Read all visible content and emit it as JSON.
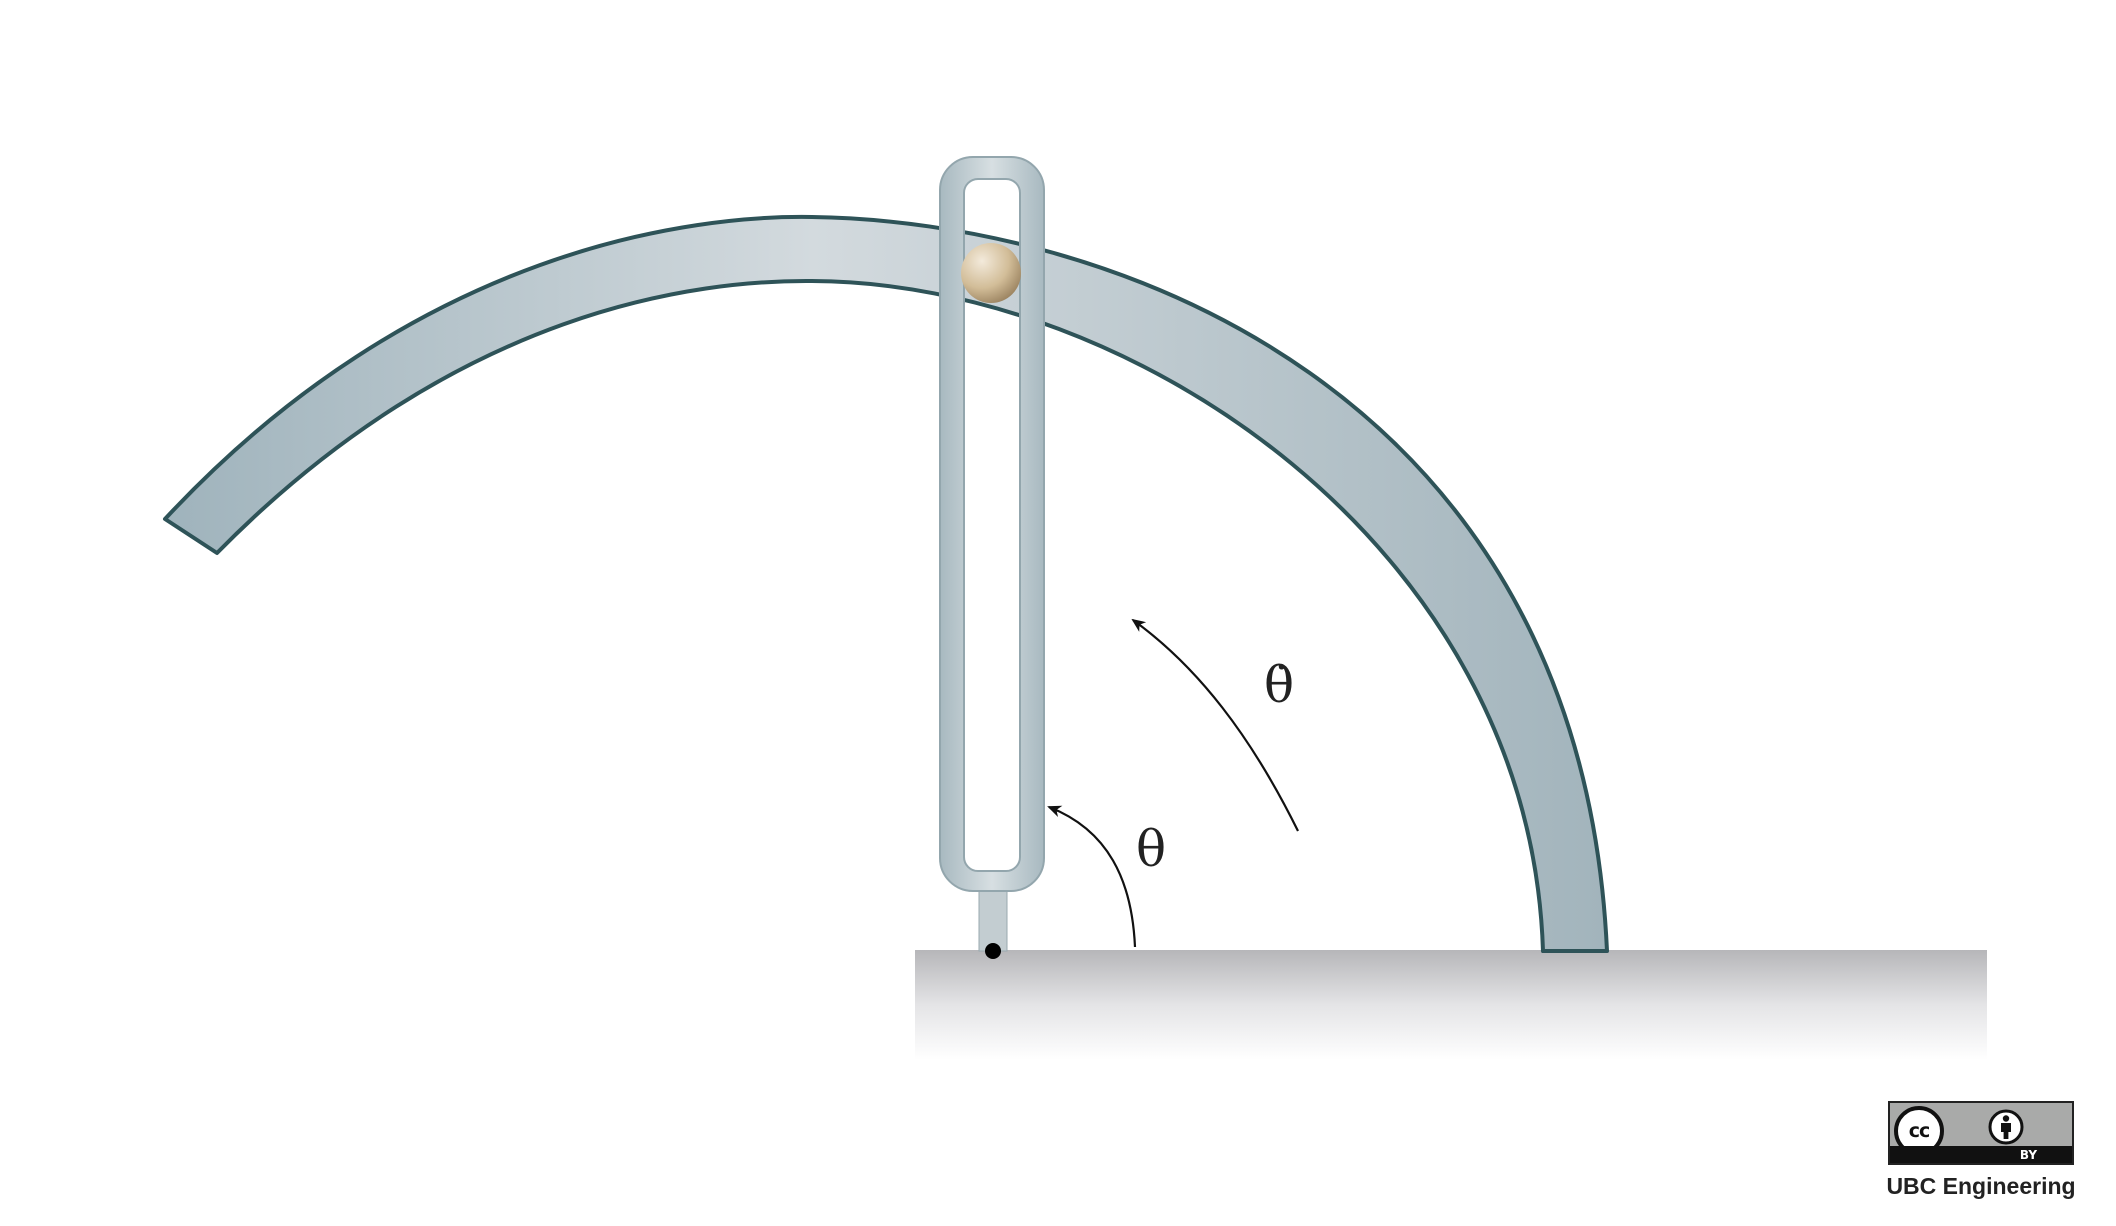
{
  "labels": {
    "theta": "θ",
    "theta_dot": "θ̇"
  },
  "license": {
    "cc_mark": "cc",
    "by_label": "BY",
    "credit": "UBC Engineering"
  },
  "colors": {
    "track_fill": "#b2c1c8",
    "track_edge": "#2e5358",
    "slot_fill": "#bac8ce",
    "ball": "#d7c3a0",
    "ground": "#c4c4c6"
  }
}
